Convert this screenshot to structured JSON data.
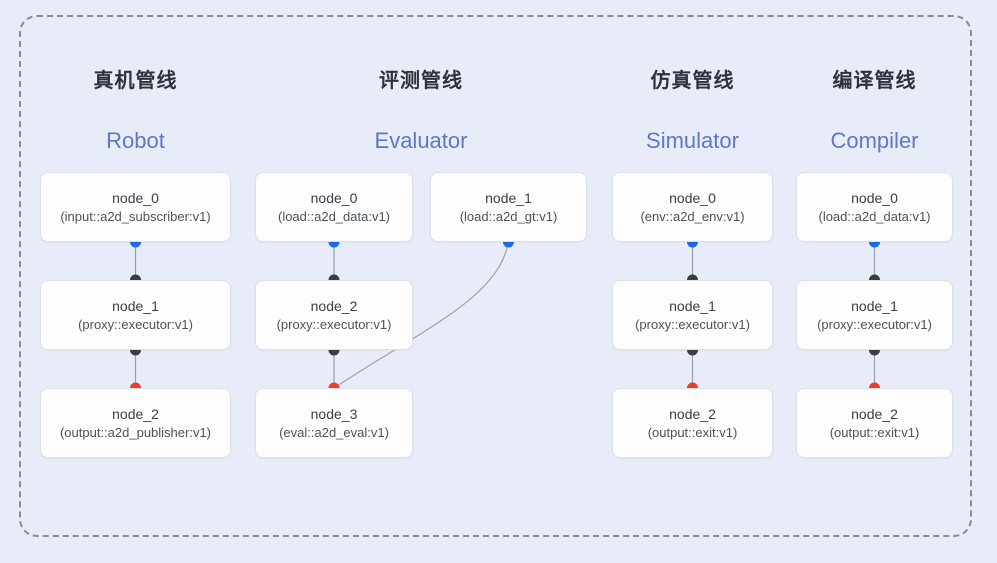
{
  "pipelines": [
    {
      "title_zh": "真机管线",
      "title_en": "Robot",
      "nodes": [
        {
          "name": "node_0",
          "type": "(input::a2d_subscriber:v1)"
        },
        {
          "name": "node_1",
          "type": "(proxy::executor:v1)"
        },
        {
          "name": "node_2",
          "type": "(output::a2d_publisher:v1)"
        }
      ],
      "edges": [
        {
          "from": "node_0",
          "to": "node_1"
        },
        {
          "from": "node_1",
          "to": "node_2"
        }
      ]
    },
    {
      "title_zh": "评测管线",
      "title_en": "Evaluator",
      "nodes": [
        {
          "name": "node_0",
          "type": "(load::a2d_data:v1)"
        },
        {
          "name": "node_1",
          "type": "(load::a2d_gt:v1)"
        },
        {
          "name": "node_2",
          "type": "(proxy::executor:v1)"
        },
        {
          "name": "node_3",
          "type": "(eval::a2d_eval:v1)"
        }
      ],
      "edges": [
        {
          "from": "node_0",
          "to": "node_2"
        },
        {
          "from": "node_2",
          "to": "node_3"
        },
        {
          "from": "node_1",
          "to": "node_3"
        }
      ]
    },
    {
      "title_zh": "仿真管线",
      "title_en": "Simulator",
      "nodes": [
        {
          "name": "node_0",
          "type": "(env::a2d_env:v1)"
        },
        {
          "name": "node_1",
          "type": "(proxy::executor:v1)"
        },
        {
          "name": "node_2",
          "type": "(output::exit:v1)"
        }
      ],
      "edges": [
        {
          "from": "node_0",
          "to": "node_1"
        },
        {
          "from": "node_1",
          "to": "node_2"
        }
      ]
    },
    {
      "title_zh": "编译管线",
      "title_en": "Compiler",
      "nodes": [
        {
          "name": "node_0",
          "type": "(load::a2d_data:v1)"
        },
        {
          "name": "node_1",
          "type": "(proxy::executor:v1)"
        },
        {
          "name": "node_2",
          "type": "(output::exit:v1)"
        }
      ],
      "edges": [
        {
          "from": "node_0",
          "to": "node_1"
        },
        {
          "from": "node_1",
          "to": "node_2"
        }
      ]
    }
  ],
  "colors": {
    "background": "#e7ecf8",
    "node_fill": "#fdfdfe",
    "node_border": "#dbe0e9",
    "port_blue": "#1d6ae4",
    "port_dark": "#3a3d42",
    "port_red": "#ee3c25",
    "edge_line": "#9aa1ab",
    "title_en": "#5e78c6",
    "title_zh": "#2d323b",
    "frame_dash": "#868c97"
  }
}
